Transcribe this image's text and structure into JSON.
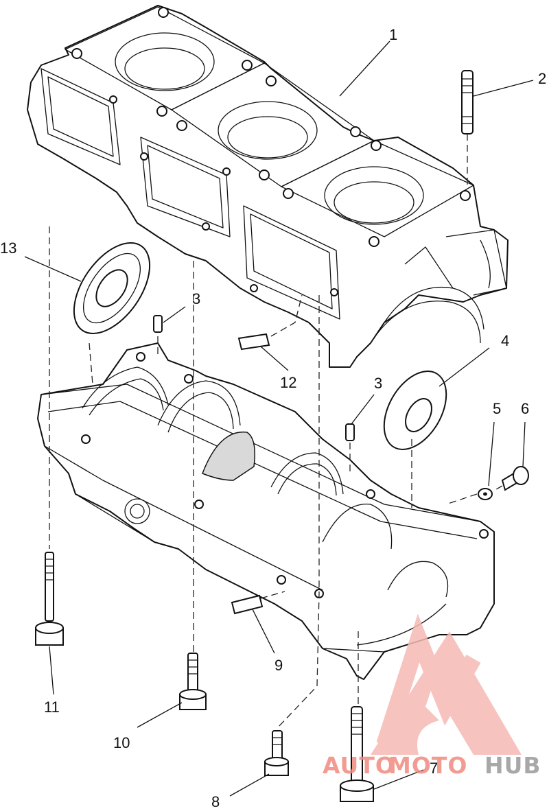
{
  "diagram": {
    "callouts": [
      {
        "id": "c1",
        "text": "1"
      },
      {
        "id": "c2",
        "text": "2"
      },
      {
        "id": "c3a",
        "text": "3"
      },
      {
        "id": "c3b",
        "text": "3"
      },
      {
        "id": "c4",
        "text": "4"
      },
      {
        "id": "c5",
        "text": "5"
      },
      {
        "id": "c6",
        "text": "6"
      },
      {
        "id": "c7",
        "text": "7"
      },
      {
        "id": "c8",
        "text": "8"
      },
      {
        "id": "c9",
        "text": "9"
      },
      {
        "id": "c10",
        "text": "10"
      },
      {
        "id": "c11",
        "text": "11"
      },
      {
        "id": "c12",
        "text": "12"
      },
      {
        "id": "c13",
        "text": "13"
      }
    ]
  },
  "watermark": {
    "text_auto": "AUTO",
    "text_moto": "MOTO",
    "text_hub": "HUB",
    "color_accent": "#f08a80",
    "color_logo": "#f6b9b3",
    "color_hub": "#9a9a9a"
  }
}
